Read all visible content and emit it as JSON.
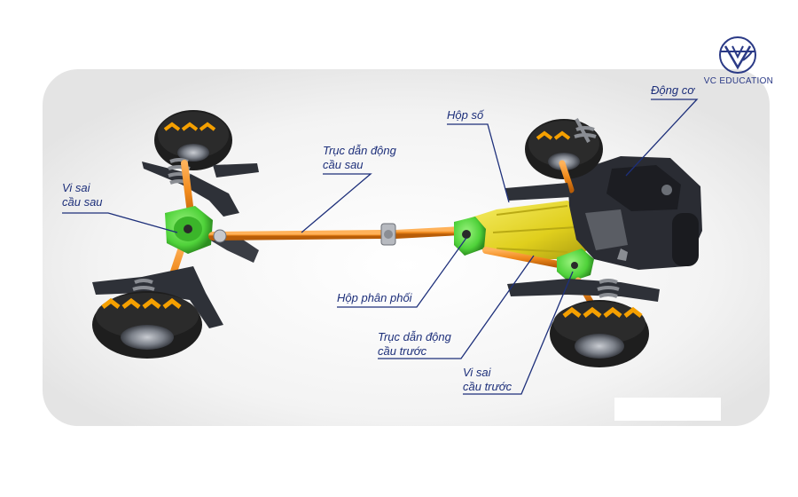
{
  "brand": {
    "name": "VC EDUCATION",
    "logo_icon": "vc-education-logo-icon"
  },
  "labels": {
    "rear_diff": {
      "line1": "Vi sai",
      "line2": "cầu sau"
    },
    "rear_driveshaft": {
      "line1": "Trục dẫn động",
      "line2": "cầu sau"
    },
    "gearbox": {
      "line1": "Hộp số"
    },
    "engine": {
      "line1": "Động cơ"
    },
    "transfer_case": {
      "line1": "Hộp phân phối"
    },
    "front_driveshaft": {
      "line1": "Trục dẫn động",
      "line2": "cầu trước"
    },
    "front_diff": {
      "line1": "Vi sai",
      "line2": "cầu trước"
    }
  },
  "colors": {
    "label_text": "#1d2f7a",
    "shaft": "#f08a1c",
    "differential": "#4fd23a",
    "gearbox": "#e6d620",
    "tire": "#1e1e1e",
    "tire_chevron": "#f5a000",
    "engine": "#2a2c33",
    "suspension": "#2e3138"
  }
}
